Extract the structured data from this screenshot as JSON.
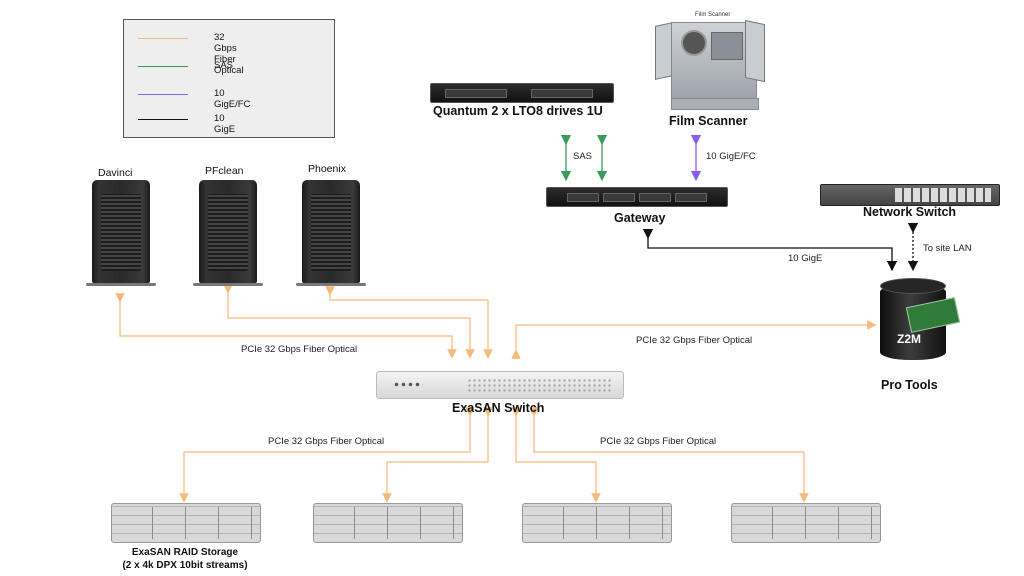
{
  "legend": {
    "items": [
      {
        "label": "32 Gbps Fiber Optical",
        "color": "#f5b97a"
      },
      {
        "label": "SAS",
        "color": "#3a9a5a"
      },
      {
        "label": "10 GigE/FC",
        "color": "#8a5cf0"
      },
      {
        "label": "10 GigE",
        "color": "#111111"
      }
    ]
  },
  "workstations": [
    {
      "label": "Davinci"
    },
    {
      "label": "PFclean"
    },
    {
      "label": "Phoenix"
    }
  ],
  "devices": {
    "quantum": "Quantum 2 x LTO8 drives 1U",
    "film_scanner": "Film Scanner",
    "film_scanner_small": "Film Scanner",
    "gateway": "Gateway",
    "network_switch": "Network Switch",
    "exasan_switch": "ExaSAN Switch",
    "pro_tools": "Pro Tools",
    "z2m": "Z2M",
    "storage_line1": "ExaSAN RAID Storage",
    "storage_line2": "(2 x 4k DPX 10bit streams)"
  },
  "links": {
    "sas": "SAS",
    "gige_fc": "10 GigE/FC",
    "gige": "10 GigE",
    "site_lan": "To site LAN",
    "pcie_left": "PCIe 32 Gbps Fiber Optical",
    "pcie_right": "PCIe 32 Gbps Fiber Optical",
    "pcie_bottom_left": "PCIe 32 Gbps Fiber Optical",
    "pcie_bottom_right": "PCIe 32 Gbps Fiber Optical"
  }
}
